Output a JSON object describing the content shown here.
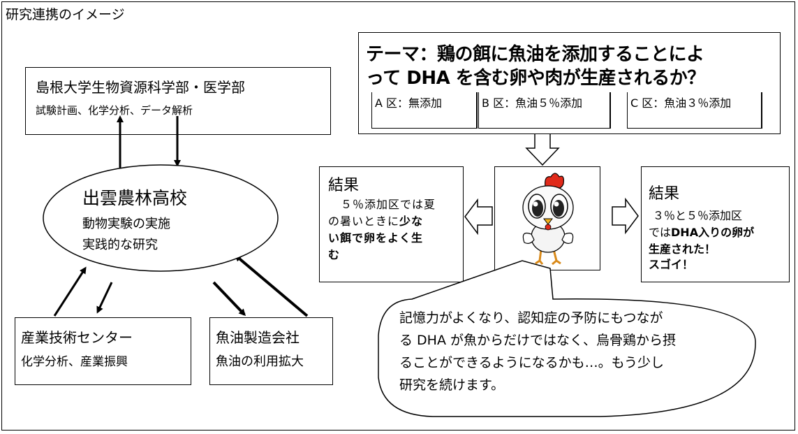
{
  "title": "研究連携のイメージ",
  "shimane": {
    "title": "島根大学生物資源科学部・医学部",
    "subtitle": "試験計画、化学分析、データ解析"
  },
  "izumo": {
    "title": "出雲農林高校",
    "line1": "動物実験の実施",
    "line2": "実践的な研究"
  },
  "sangyo": {
    "title": "産業技術センター",
    "subtitle": "化学分析、産業振興"
  },
  "gyoyu": {
    "title": "魚油製造会社",
    "subtitle": "魚油の利用拡大"
  },
  "theme": {
    "line1": "テーマ：鶏の餌に魚油を添加することによ",
    "line2": "って DHA を含む卵や肉が生産されるか？",
    "conditions": [
      "A 区：無添加",
      "B 区：魚油５％添加",
      "C 区：魚油３％添加"
    ]
  },
  "result_left": {
    "heading": "結果",
    "line1": "５％添加区では夏",
    "line2_normal": "の暑いときに",
    "line2_bold": "少な",
    "line3": "い餌で卵をよく生",
    "line4": "む"
  },
  "result_right": {
    "heading": "結果",
    "line1": "３％と５％添加区",
    "line2_normal": "では",
    "line2_bold": "DHA入りの卵が",
    "line3": "生産された！",
    "line4": "スゴイ！"
  },
  "callout": {
    "line1": "記憶力がよくなり、認知症の予防にもつなが",
    "line2": "る DHA が魚からだけではなく、烏骨鶏から摂",
    "line3": "ることができるようになるかも…。もう少し",
    "line4": "研究を続けます。"
  },
  "icons": {
    "chicken": "chicken-mascot-icon"
  }
}
